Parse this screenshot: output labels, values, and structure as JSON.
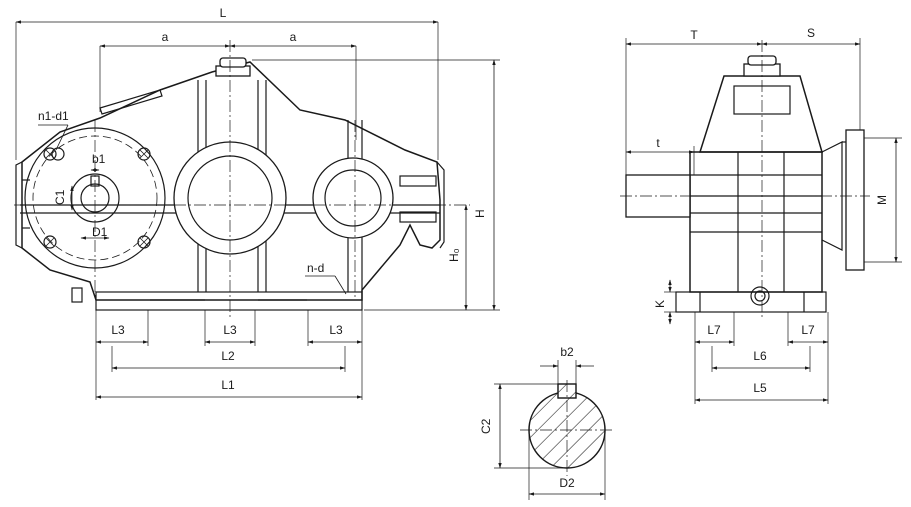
{
  "labels": {
    "L": "L",
    "a_left": "a",
    "a_right": "a",
    "n1d1": "n1-d1",
    "b1": "b1",
    "C1": "C1",
    "D1": "D1",
    "H": "H",
    "H0": "H₀",
    "nd": "n-d",
    "L3_left": "L3",
    "L3_mid": "L3",
    "L3_right": "L3",
    "L2": "L2",
    "L1": "L1",
    "T": "T",
    "S": "S",
    "t": "t",
    "M": "M",
    "K": "K",
    "L7_left": "L7",
    "L7_right": "L7",
    "L6": "L6",
    "L5": "L5",
    "b2": "b2",
    "C2": "C2",
    "D2": "D2"
  }
}
